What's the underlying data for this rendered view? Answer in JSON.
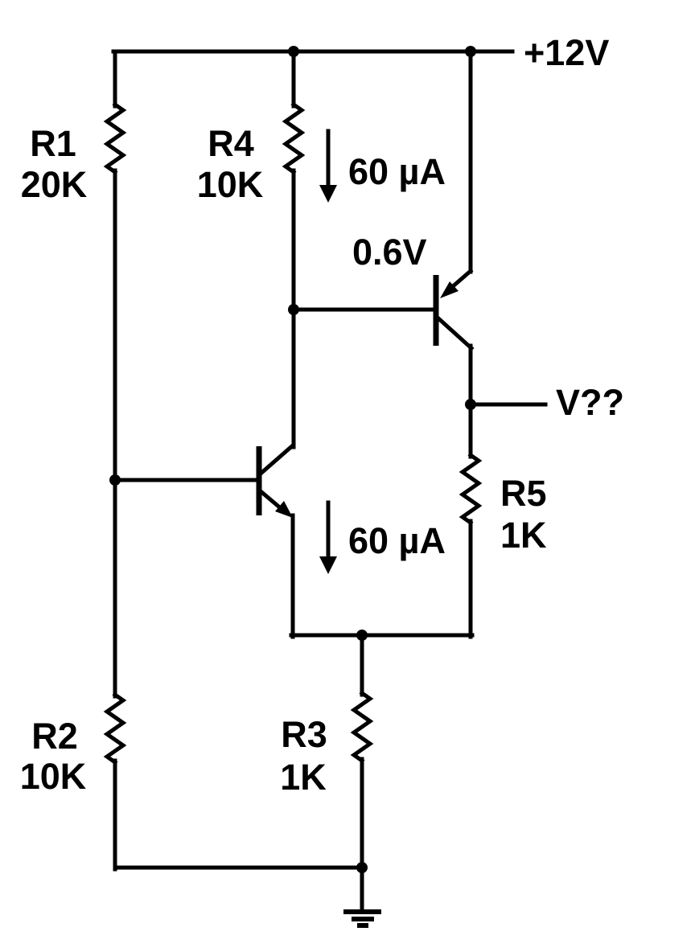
{
  "title": "transistor-bias-circuit-schematic",
  "colors": {
    "wire": "#000000",
    "background": "#ffffff",
    "text": "#000000"
  },
  "labels": {
    "supply": "+12V",
    "output": "V??",
    "base_emitter_voltage": "0.6V",
    "current_upper": "60 µA",
    "current_lower": "60 µA"
  },
  "components": {
    "r1": {
      "name": "R1",
      "value": "20K"
    },
    "r2": {
      "name": "R2",
      "value": "10K"
    },
    "r3": {
      "name": "R3",
      "value": "1K"
    },
    "r4": {
      "name": "R4",
      "value": "10K"
    },
    "r5": {
      "name": "R5",
      "value": "1K"
    },
    "q1": {
      "type": "NPN transistor"
    },
    "q2": {
      "type": "PNP transistor"
    }
  }
}
